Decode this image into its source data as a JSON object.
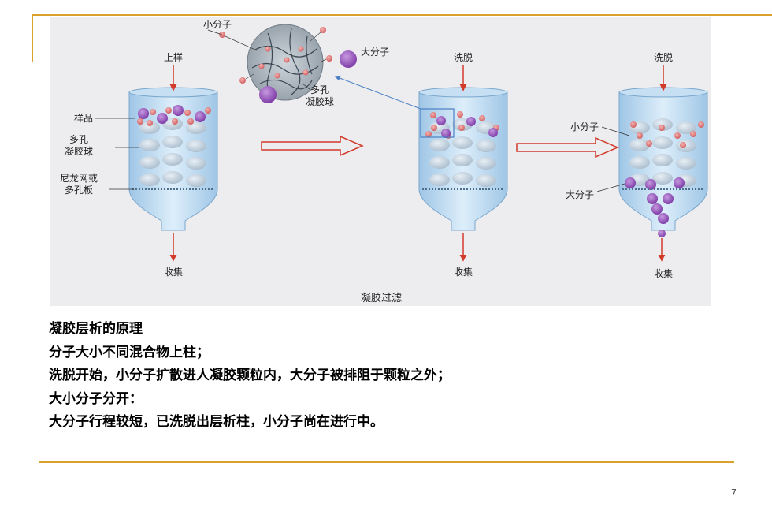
{
  "colors": {
    "frame_gold": "#d9a22c",
    "figure_bg": "#ededf0",
    "gel_bead": "#b6c8d8",
    "small_molecule": "#e06e6e",
    "large_molecule": "#8a45b3",
    "arrow_red": "#d23a2a",
    "pointer_blue": "#4a7fc4"
  },
  "figure": {
    "caption": "凝胶过滤",
    "col1": {
      "top": "上样",
      "bottom": "收集",
      "label_sample": "样品",
      "label_beads_1": "多孔",
      "label_beads_2": "凝胶球",
      "label_mesh_1": "尼龙网或",
      "label_mesh_2": "多孔板"
    },
    "col2": {
      "top": "洗脱",
      "bottom": "收集"
    },
    "col3": {
      "top": "洗脱",
      "bottom": "收集",
      "label_small": "小分子",
      "label_large": "大分子"
    },
    "inset": {
      "label_small": "小分子",
      "label_large": "大分子",
      "label_bead_1": "多孔",
      "label_bead_2": "凝胶球"
    }
  },
  "text_lines": [
    "凝胶层析的原理",
    "分子大小不同混合物上柱；",
    "洗脱开始，小分子扩散进人凝胶颗粒内，大分子被排阻于颗粒之外；",
    "大小分子分开：",
    "大分子行程较短，已洗脱出层析柱，小分子尚在进行中。"
  ],
  "page_number": "7"
}
